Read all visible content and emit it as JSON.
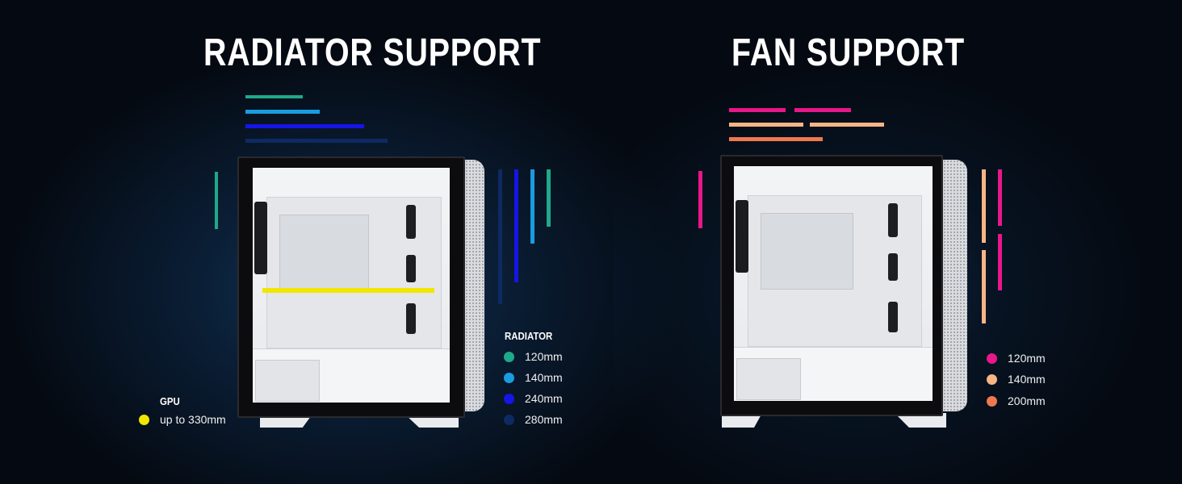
{
  "left": {
    "heading": "RADIATOR SUPPORT",
    "gpu_legend": {
      "title": "GPU",
      "label": "up to 330mm",
      "color": "#f2e600"
    },
    "radiator_legend": {
      "title": "RADIATOR",
      "items": [
        {
          "label": "120mm",
          "color": "#1fa88a"
        },
        {
          "label": "140mm",
          "color": "#1a9ce0"
        },
        {
          "label": "240mm",
          "color": "#1515e6"
        },
        {
          "label": "280mm",
          "color": "#0e2a63"
        }
      ]
    }
  },
  "right": {
    "heading": "FAN SUPPORT",
    "fan_legend": {
      "items": [
        {
          "label": "120mm",
          "color": "#e8178a"
        },
        {
          "label": "140mm",
          "color": "#f7b584"
        },
        {
          "label": "200mm",
          "color": "#f0784f"
        }
      ]
    }
  },
  "icons": {
    "case_illustration": "pc-case-side-view-icon"
  }
}
